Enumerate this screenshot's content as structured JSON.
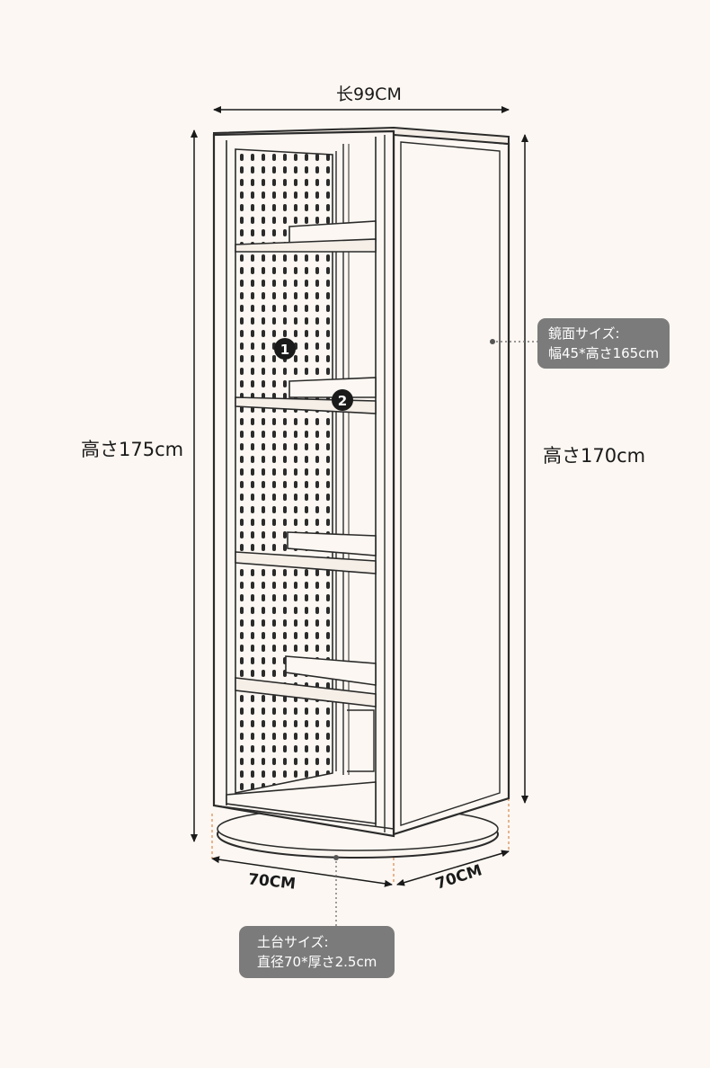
{
  "dimensions": {
    "length_top": "长99CM",
    "height_total": "高さ175cm",
    "height_body": "高さ170cm",
    "depth_left": "70CM",
    "depth_right": "70CM"
  },
  "callouts": {
    "mirror": {
      "line1": "鏡面サイズ:",
      "line2": "幅45*高さ165cm"
    },
    "base": {
      "line1": "土台サイズ:",
      "line2": "直径70*厚さ2.5cm"
    }
  },
  "markers": {
    "one": "1",
    "two": "2"
  },
  "colors": {
    "background": "#fcf7f2",
    "line": "#2b2b2b",
    "callout_bg": "#7b7b7b",
    "guide_orange": "#d9894f"
  }
}
